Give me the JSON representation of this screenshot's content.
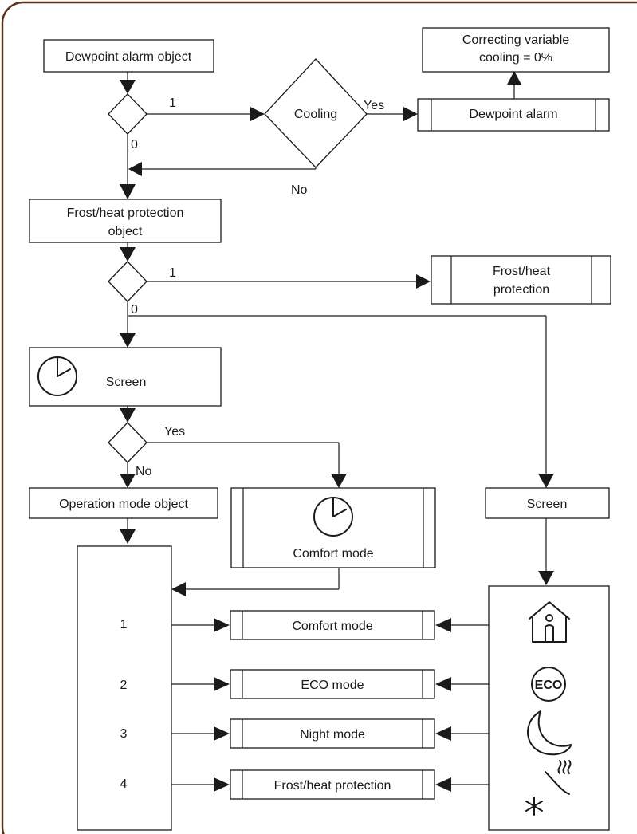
{
  "colors": {
    "frame": "#5c2e1a",
    "line": "#1a1a1a",
    "background": "#ffffff"
  },
  "nodes": {
    "dewpoint_alarm_object": "Dewpoint alarm object",
    "correcting_line1": "Correcting variable",
    "correcting_line2": "cooling = 0%",
    "cooling": "Cooling",
    "dewpoint_alarm": "Dewpoint alarm",
    "frost_object_line1": "Frost/heat protection",
    "frost_object_line2": "object",
    "frost_heat_line1": "Frost/heat",
    "frost_heat_line2": "protection",
    "screen_top": "Screen",
    "operation_mode_object": "Operation mode object",
    "comfort_mode_top": "Comfort mode",
    "screen_right": "Screen",
    "mode_comfort": "Comfort mode",
    "mode_eco": "ECO mode",
    "mode_night": "Night mode",
    "mode_frost": "Frost/heat protection"
  },
  "edge_labels": {
    "d1_one": "1",
    "d1_zero": "0",
    "cooling_yes": "Yes",
    "cooling_no": "No",
    "d2_one": "1",
    "d2_zero": "0",
    "d3_yes": "Yes",
    "d3_no": "No"
  },
  "mode_numbers": [
    "1",
    "2",
    "3",
    "4"
  ],
  "icons": {
    "eco_text": "ECO",
    "names": [
      "clock-icon",
      "home-presence-icon",
      "eco-icon",
      "moon-icon",
      "frost-heat-icon"
    ]
  }
}
